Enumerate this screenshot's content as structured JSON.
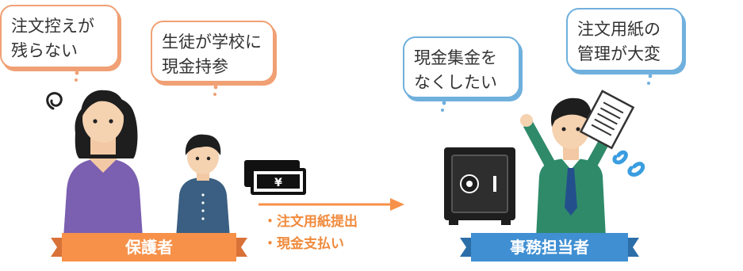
{
  "bubbles": {
    "parent_1": [
      "注文控えが",
      "残らない"
    ],
    "parent_2": [
      "生徒が学校に",
      "現金持参"
    ],
    "staff_1": [
      "現金集金を",
      "なくしたい"
    ],
    "staff_2": [
      "注文用紙の",
      "管理が大変"
    ]
  },
  "actions": [
    "・注文用紙提出",
    "・現金支払い"
  ],
  "labels": {
    "guardian": "保護者",
    "office_staff": "事務担当者"
  },
  "money_symbol": "¥",
  "colors": {
    "orange": "#f7914a",
    "orange_border": "#f0a074",
    "blue": "#3f8fd2",
    "blue_border": "#6fb0dd",
    "purple": "#7b5fb0",
    "teal_navy": "#3a5f82",
    "green": "#2f8a6a"
  },
  "icons": [
    "dizzy-icon",
    "money-icon",
    "safe-icon",
    "document-icon",
    "sweat-icon",
    "arrow-icon"
  ]
}
